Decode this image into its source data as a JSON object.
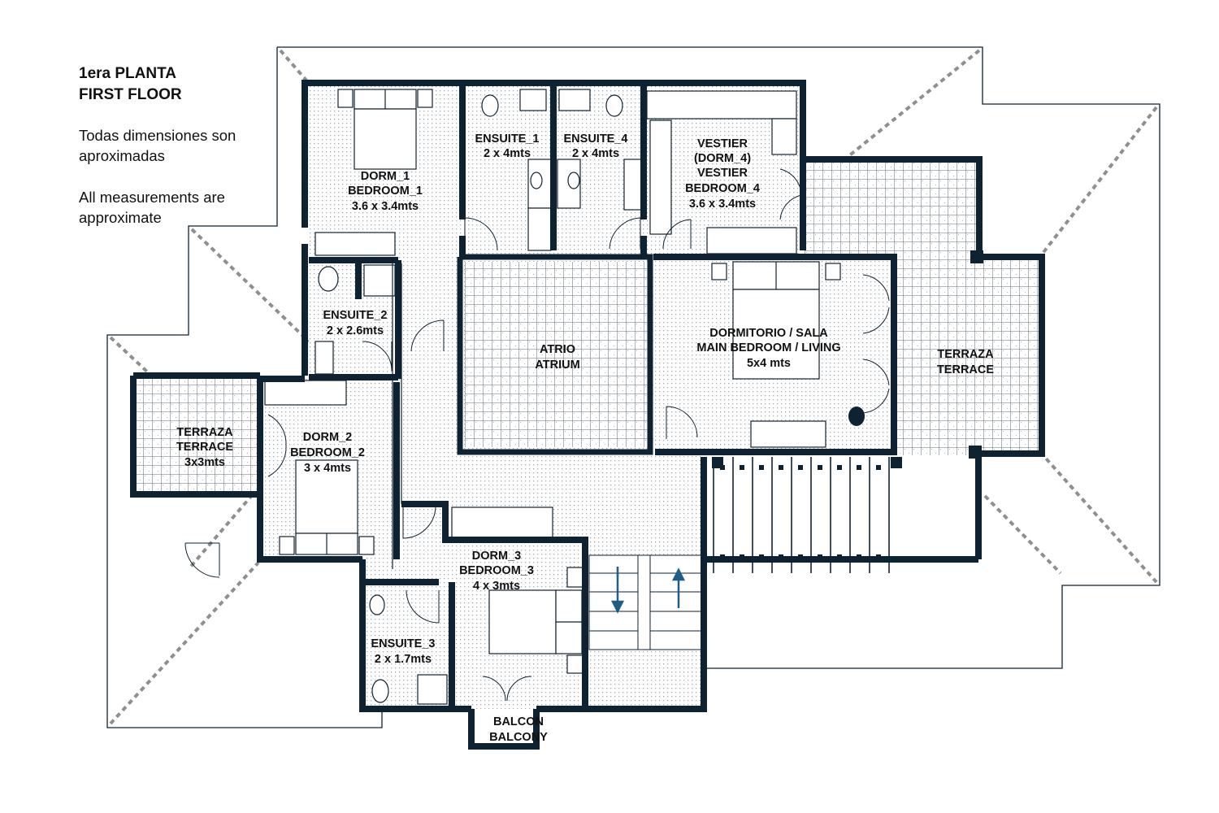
{
  "heading": {
    "line1": "1era PLANTA",
    "line2": "FIRST FLOOR"
  },
  "notes": {
    "es_line1": "Todas dimensiones son",
    "es_line2": "aproximadas",
    "en_line1": "All measurements are",
    "en_line2": "approximate"
  },
  "rooms": {
    "dorm1": {
      "l1": "DORM_1",
      "l2": "BEDROOM_1",
      "l3": "3.6 x 3.4mts"
    },
    "ensuite1": {
      "l1": "ENSUITE_1",
      "l2": "2 x 4mts"
    },
    "ensuite4": {
      "l1": "ENSUITE_4",
      "l2": "2 x 4mts"
    },
    "vestier": {
      "l1": "VESTIER",
      "l2": "(DORM_4)",
      "l3": "VESTIER",
      "l4": "BEDROOM_4",
      "l5": "3.6 x 3.4mts"
    },
    "ensuite2": {
      "l1": "ENSUITE_2",
      "l2": "2 x 2.6mts"
    },
    "atrium": {
      "l1": "ATRIO",
      "l2": "ATRIUM"
    },
    "main": {
      "l1": "DORMITORIO  / SALA",
      "l2": "MAIN BEDROOM / LIVING",
      "l3": "5x4 mts"
    },
    "terrace_east": {
      "l1": "TERRAZA",
      "l2": "TERRACE"
    },
    "terrace_west": {
      "l1": "TERRAZA",
      "l2": "TERRACE",
      "l3": "3x3mts"
    },
    "dorm2": {
      "l1": "DORM_2",
      "l2": "BEDROOM_2",
      "l3": "3 x 4mts"
    },
    "dorm3": {
      "l1": "DORM_3",
      "l2": "BEDROOM_3",
      "l3": "4 x 3mts"
    },
    "ensuite3": {
      "l1": "ENSUITE_3",
      "l2": "2 x 1.7mts"
    },
    "balcony": {
      "l1": "BALCON",
      "l2": "BALCONY"
    }
  },
  "colors": {
    "wall": "#0f2231",
    "floor_dot": "#9aa3a8",
    "tile_line": "#1c2b36",
    "arrow": "#1f5d86",
    "roof_dash": "#8a8a8a"
  }
}
